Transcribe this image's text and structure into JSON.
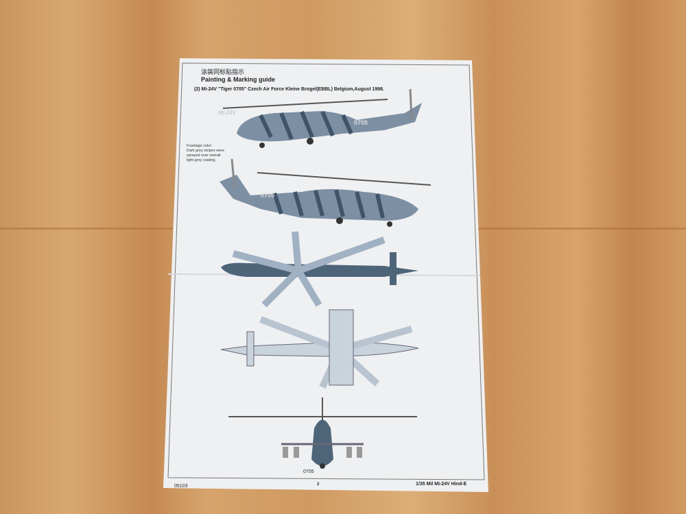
{
  "sheet": {
    "title_cn": "涂装同标贴指示",
    "title_en": "Painting & Marking guide",
    "subtitle": "(2) Mi-24V \"Tiger 0705\" Czech Air Force Kleine Brogel(EBBL) Belgium,August 1998.",
    "note_lines": [
      "Fuselage color:",
      "Dark grey stripes were",
      "sprayed over overall",
      "light grey coating."
    ],
    "side_marking": "Mi-24V",
    "serial": "0705",
    "front_serial": "0705",
    "footer_code": "05103",
    "page_number": "2",
    "footer_title": "1/35  Mil Mi-24V Hind-E"
  },
  "colors": {
    "paper": "#eef0f2",
    "camo_dark": "#3f5468",
    "camo_light": "#9fb1c2",
    "top_view": "#4e6478",
    "bottom_view": "#c8d3dc"
  }
}
